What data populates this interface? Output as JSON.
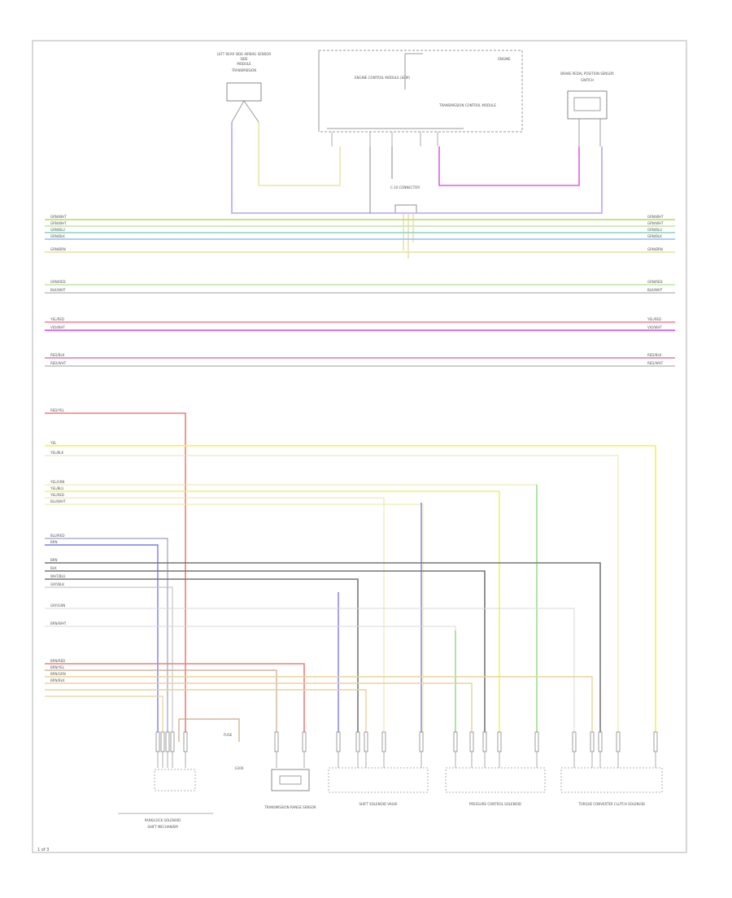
{
  "diagram": {
    "page_label": "1 of 3",
    "colors": {
      "frame": "#bfbfbf",
      "text": "#555555",
      "bus_green": "#b9e36f",
      "bus_lightgreen": "#c8eab3",
      "bus_teal": "#9fd6c2",
      "bus_blue": "#9ccaf2",
      "bus_yellow_light": "#e8e6a8",
      "bus_pink": "#ff8ca0",
      "bus_magenta": "#e45be4",
      "bus_rose": "#e88ab5",
      "bus_gray": "#c8c8c8",
      "wire_red": "#f07d7d",
      "wire_yellow": "#f2f26a",
      "wire_blue": "#7b7bf2",
      "wire_green": "#8fd97a",
      "wire_dark": "#777777",
      "wire_tan": "#e8d39a",
      "wire_purple": "#b9a2f2"
    },
    "components": {
      "top_left_module": "LEFT REAR SIDE AIRBAG SENSOR",
      "top_center_module": "ENGINE CONTROL MODULE (ECM)",
      "top_center_sub": "TRANSMISSION CONTROL MODULE",
      "top_right_module": "BRAKE PEDAL POSITION SENSOR",
      "connector_block": "C-10 CONNECTOR",
      "bottom_1": "PARK/LOCK SOLENOID",
      "bottom_1_sub": "SHIFT MECHANISM",
      "bottom_2": "TRANSMISSION RANGE SENSOR",
      "bottom_3": "SHIFT SOLENOID VALVE",
      "bottom_4": "PRESSURE CONTROL SOLENOID",
      "bottom_5": "TORQUE CONVERTER CLUTCH SOLENOID",
      "ground": "G100",
      "fuse": "FUSE"
    },
    "wire_labels": {
      "bus_1": [
        "GRN/WHT",
        "GRN/WHT",
        "GRN/BLU",
        "GRN/BLK",
        "GRN/BRN"
      ],
      "bus_2": [
        "GRN/RED",
        "BLK/WHT"
      ],
      "bus_3": [
        "YEL/RED",
        "VIO/WHT"
      ],
      "bus_4": [
        "RED/BLK",
        "RED/WHT"
      ],
      "lower": [
        "RED/YEL",
        "YEL",
        "YEL/BLK",
        "YEL/GRN",
        "YEL/BLU",
        "YEL/RED",
        "BLU/WHT",
        "BLU/RED",
        "BRN",
        "BRN",
        "BLK",
        "WHT/BLU",
        "GRY/BLK",
        "GRY/GRN",
        "BRN/WHT",
        "BRN/RED",
        "BRN/YEL",
        "BRN/GRN",
        "BRN/BLK"
      ]
    }
  }
}
